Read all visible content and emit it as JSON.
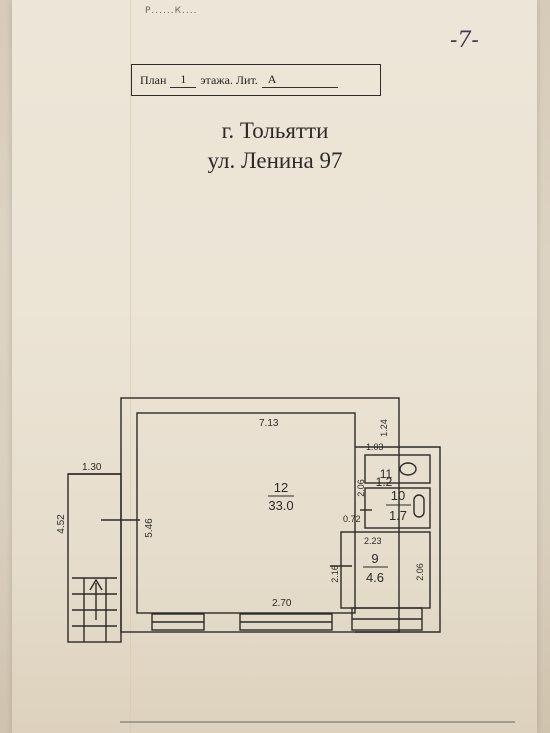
{
  "header": {
    "scribble": "Р......К....",
    "page_number": "-7-",
    "plan_label": "План",
    "floor": "1",
    "floor_suffix": "этажа. Лит.",
    "letter": "А"
  },
  "address": {
    "city": "г. Тольятти",
    "street": "ул. Ленина 97"
  },
  "dimensions": {
    "top_width": "7.13",
    "left_height": "5.46",
    "bottom_width": "2.70",
    "stair_width": "1.30",
    "stair_height": "4.52",
    "d_124": "1.24",
    "d_103": "1.03",
    "d_206a": "2.06",
    "d_072": "0.72",
    "d_223": "2.23",
    "d_216": "2.16",
    "d_206b": "2.06"
  },
  "rooms": [
    {
      "number": "12",
      "area": "33.0"
    },
    {
      "number": "11",
      "area": "1.2"
    },
    {
      "number": "10",
      "area": "1.7"
    },
    {
      "number": "9",
      "area": "4.6"
    }
  ]
}
